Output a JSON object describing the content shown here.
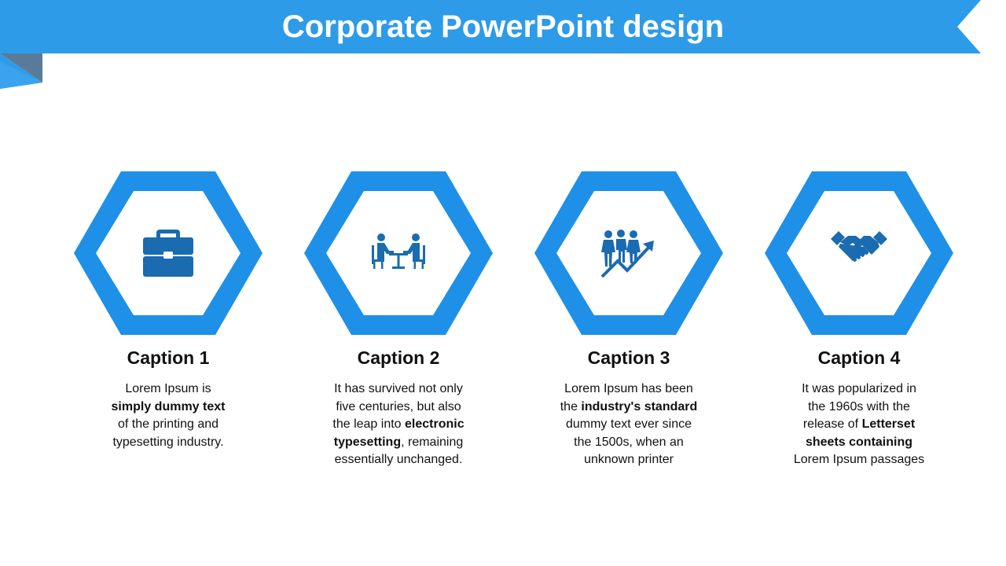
{
  "title": "Corporate PowerPoint design",
  "colors": {
    "accent": "#1E90E8",
    "icon": "#1A6BB0",
    "fold_dark": "#5A7A9A",
    "banner": "#2E9BE8"
  },
  "cards": [
    {
      "icon": "briefcase-icon",
      "caption": "Caption 1",
      "desc": [
        {
          "text": "Lorem Ipsum is",
          "bold": false
        },
        {
          "text": "simply dummy text",
          "bold": true
        },
        {
          "text": "of the printing and",
          "bold": false
        },
        {
          "text": "typesetting industry.",
          "bold": false
        }
      ]
    },
    {
      "icon": "meeting-icon",
      "caption": "Caption 2",
      "desc": [
        {
          "text": "It has survived not only",
          "bold": false
        },
        {
          "text": "five centuries, but also",
          "bold": false
        },
        {
          "text": "the leap into ",
          "bold": false
        },
        {
          "text": "electronic",
          "bold": true
        },
        {
          "text": "typesetting",
          "bold": true
        },
        {
          "text": ", remaining",
          "bold": false
        },
        {
          "text": "essentially unchanged.",
          "bold": false
        }
      ]
    },
    {
      "icon": "team-growth-icon",
      "caption": "Caption 3",
      "desc": [
        {
          "text": "Lorem Ipsum has been",
          "bold": false
        },
        {
          "text": "the ",
          "bold": false
        },
        {
          "text": "industry's standard",
          "bold": true
        },
        {
          "text": "dummy text ever since",
          "bold": false
        },
        {
          "text": "the 1500s, when an",
          "bold": false
        },
        {
          "text": "unknown printer",
          "bold": false
        }
      ]
    },
    {
      "icon": "handshake-icon",
      "caption": "Caption 4",
      "desc": [
        {
          "text": "It was popularized in",
          "bold": false
        },
        {
          "text": "the 1960s with the",
          "bold": false
        },
        {
          "text": "release of ",
          "bold": false
        },
        {
          "text": "Letterset",
          "bold": true
        },
        {
          "text": "sheets containing",
          "bold": true
        },
        {
          "text": "Lorem Ipsum passages",
          "bold": false
        }
      ]
    }
  ]
}
